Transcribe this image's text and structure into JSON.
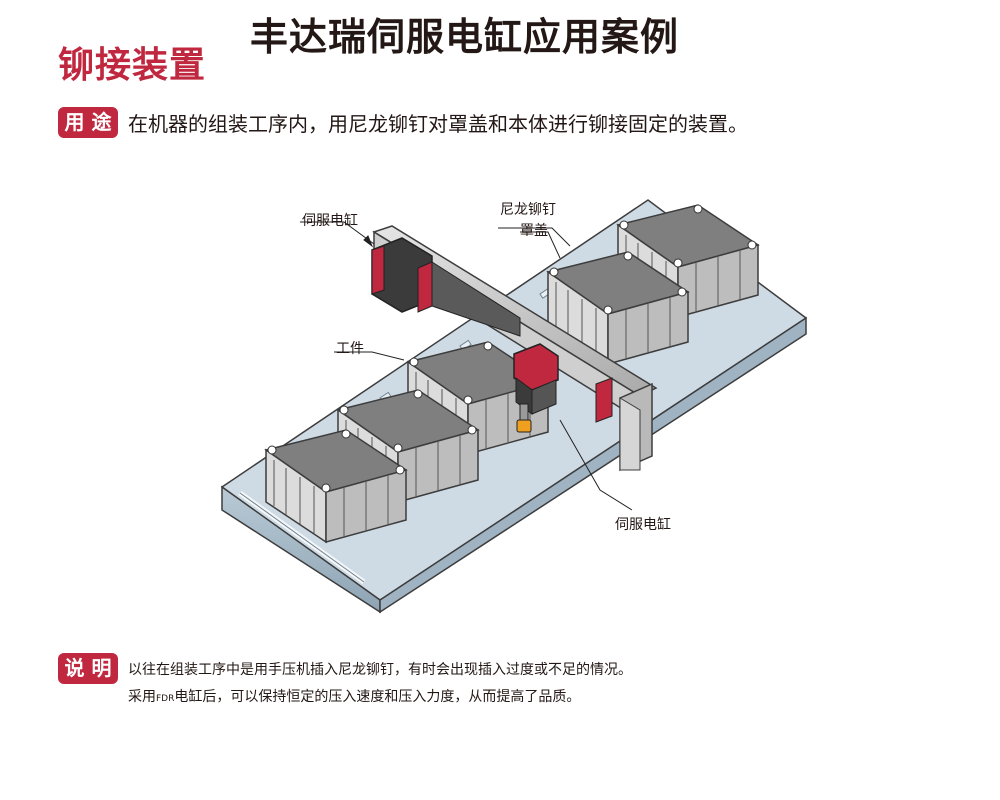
{
  "header": {
    "main_title": "丰达瑞伺服电缸应用案例",
    "section_title": "铆接装置"
  },
  "usage": {
    "badge": "用 途",
    "text": "在机器的组装工序内，用尼龙铆钉对罩盖和本体进行铆接固定的装置。"
  },
  "diagram": {
    "labels": {
      "cylinder_top": "伺服电缸",
      "rivet": "尼龙铆钉",
      "cover": "罩盖",
      "workpiece": "工件",
      "cylinder_bottom": "伺服电缸"
    },
    "colors": {
      "accent_red": "#c0283f",
      "conveyor_blue": "#a8bccb",
      "box_gray": "#8f8f8f",
      "pin_orange": "#f0a020"
    }
  },
  "note": {
    "badge": "说 明",
    "line1": "以往在组装工序中是用手压机插入尼龙铆钉，有时会出现插入过度或不足的情况。",
    "line2_pre": "采用",
    "line2_brand": "FDR",
    "line2_post": "电缸后，可以保持恒定的压入速度和压入力度，从而提高了品质。"
  }
}
